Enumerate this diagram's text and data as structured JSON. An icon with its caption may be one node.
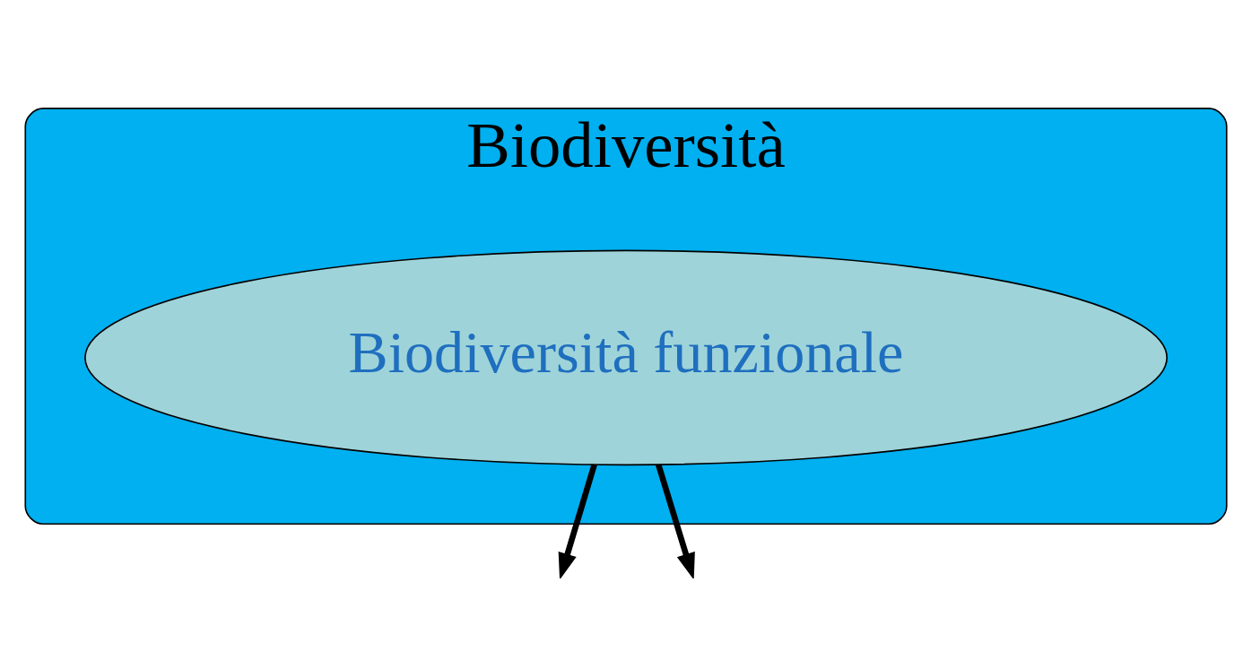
{
  "diagram": {
    "nodes": [
      {
        "text": [
          "Biodiversità"
        ]
      },
      {
        "text": [
          "Biodiversità funzionale"
        ],
        "in": 0
      }
    ],
    "edges": [
      {
        "from": 1,
        "to": null,
        "arrow": "to"
      },
      {
        "from": 1,
        "to": null,
        "arrow": "to"
      }
    ]
  }
}
